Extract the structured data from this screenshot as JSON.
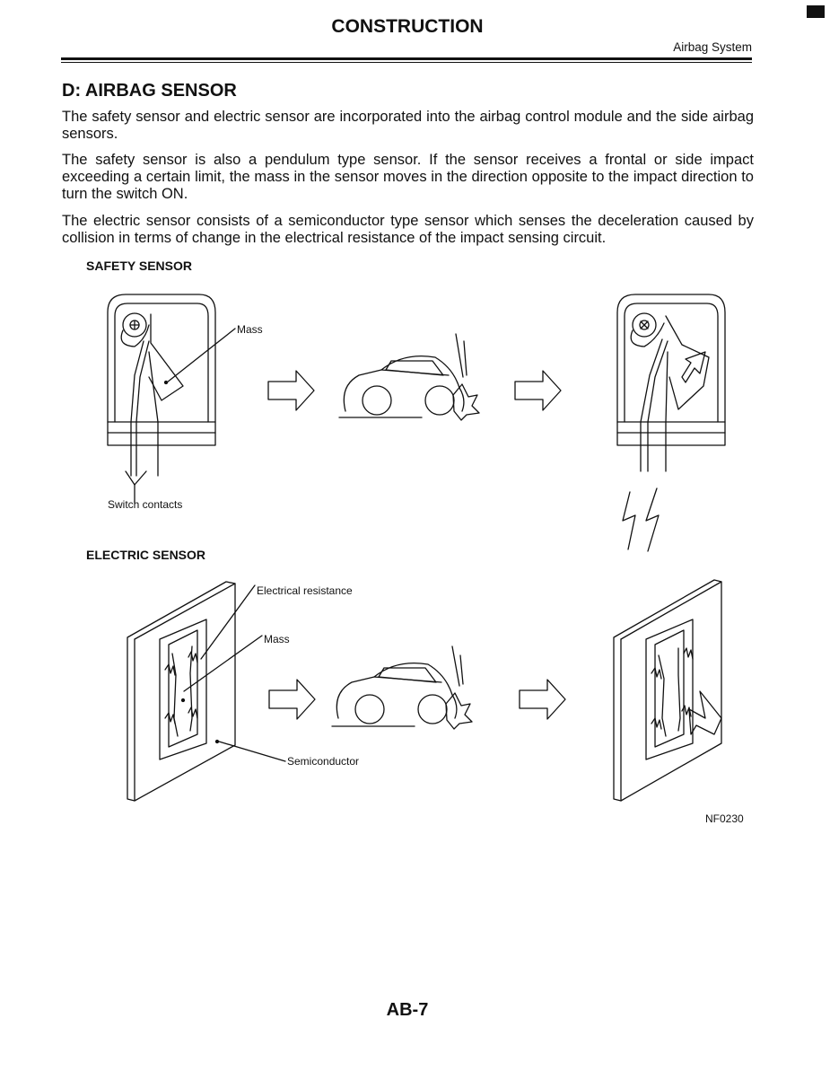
{
  "header": {
    "title": "CONSTRUCTION",
    "subtitle": "Airbag System"
  },
  "section": {
    "heading": "D: AIRBAG SENSOR",
    "paragraphs": [
      "The safety sensor and electric sensor are incorporated into the airbag control module and the side airbag sensors.",
      "The safety sensor is also a pendulum type sensor. If the sensor receives a frontal or side impact exceeding a certain limit, the mass in the sensor moves in the direction opposite to the impact direction to turn the switch ON.",
      "The electric sensor consists of a semiconductor type sensor which senses the deceleration caused by collision in terms of change in the electrical resistance of the impact sensing circuit."
    ]
  },
  "figure": {
    "safety_heading": "SAFETY SENSOR",
    "electric_heading": "ELECTRIC SENSOR",
    "labels": {
      "mass_safety": "Mass",
      "switch_contacts": "Switch contacts",
      "electrical_resistance": "Electrical resistance",
      "mass_electric": "Mass",
      "semiconductor": "Semiconductor"
    },
    "code": "NF0230"
  },
  "footer": {
    "page_number": "AB-7"
  }
}
